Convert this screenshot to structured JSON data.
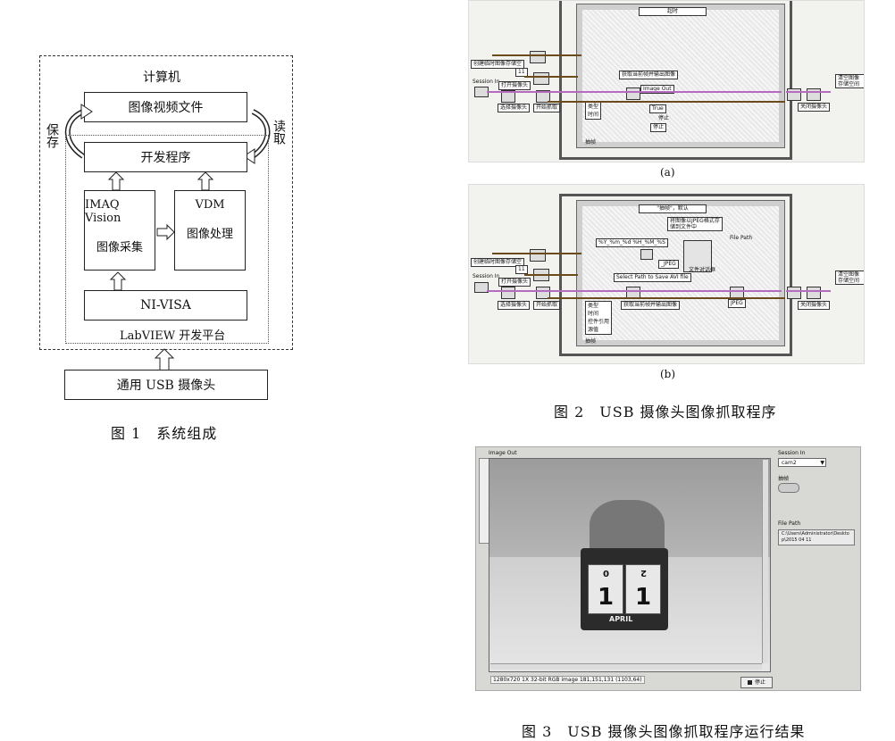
{
  "fig1": {
    "computer_label": "计算机",
    "video_file": "图像视频文件",
    "save_label": "保存",
    "read_label": "读取",
    "dev_program": "开发程序",
    "imaq_title": "IMAQ Vision",
    "imaq_sub": "图像采集",
    "vdm_title": "VDM",
    "vdm_sub": "图像处理",
    "nivisa": "NI-VISA",
    "platform": "LabVIEW 开发平台",
    "usb_camera": "通用 USB 摄像头",
    "caption": "图 1　系统组成"
  },
  "fig2": {
    "caption": "图 2　USB 摄像头图像抓取程序",
    "sub_a": "(a)",
    "sub_b": "(b)",
    "a": {
      "case_label": "超时",
      "create_temp": "创建临时图像存储空",
      "num_11": "11",
      "session_in": "Session In",
      "open_cam": "打开摄像头",
      "select_cam": "选择摄像头",
      "start_grab": "开始抓取",
      "get_frame": "获取当前帧并输出图像",
      "image_out": "Image Out",
      "type": "类型",
      "time": "时间",
      "stop": "停止",
      "stop_btn": "停止",
      "close_cam": "关闭摄像头",
      "clear_mem": "清空图像存储空间",
      "idle": "抽帧",
      "bool_val": "True"
    },
    "b": {
      "case_label": "\"抽帧\"，默认",
      "save_jpeg": "将图像以JPEG格式存储到文件中",
      "file_path": "File Path",
      "fmt": "%Y_%m_%d %H_%M_%S",
      "jpeg": "_JPEG",
      "select_path": "Select Path to Save AVI file",
      "file_dialog": "文件对话框",
      "create_temp": "创建临时图像存储空",
      "num_11": "11",
      "session_in": "Session In",
      "open_cam": "打开摄像头",
      "select_cam": "选择摄像头",
      "start_grab": "开始抓取",
      "get_frame": "获取当前帧并输出图像",
      "type": "类型",
      "time": "时间",
      "ctrl_ref": "控件引用",
      "source": "源值",
      "jpeg_sel": "JPEG",
      "close_cam": "关闭摄像头",
      "clear_mem": "清空图像存储空间",
      "idle": "抽帧"
    }
  },
  "fig3": {
    "caption": "图 3　USB 摄像头图像抓取程序运行结果",
    "image_out": "Image Out",
    "session_in": "Session In",
    "session_val": "cam2",
    "grab_label": "抽帧",
    "file_path": "File Path",
    "path_val": "C:\\Users\\Administrator\\Desktop\\2015 04 11",
    "status": "1280x720 1X 32-bit RGB image 181,151,131   (1103,64)",
    "stop_btn": "停止",
    "cal_day_left": "1",
    "cal_day_right": "1",
    "cal_top_left": "0",
    "cal_top_right": "2",
    "cal_month": "APRIL"
  }
}
